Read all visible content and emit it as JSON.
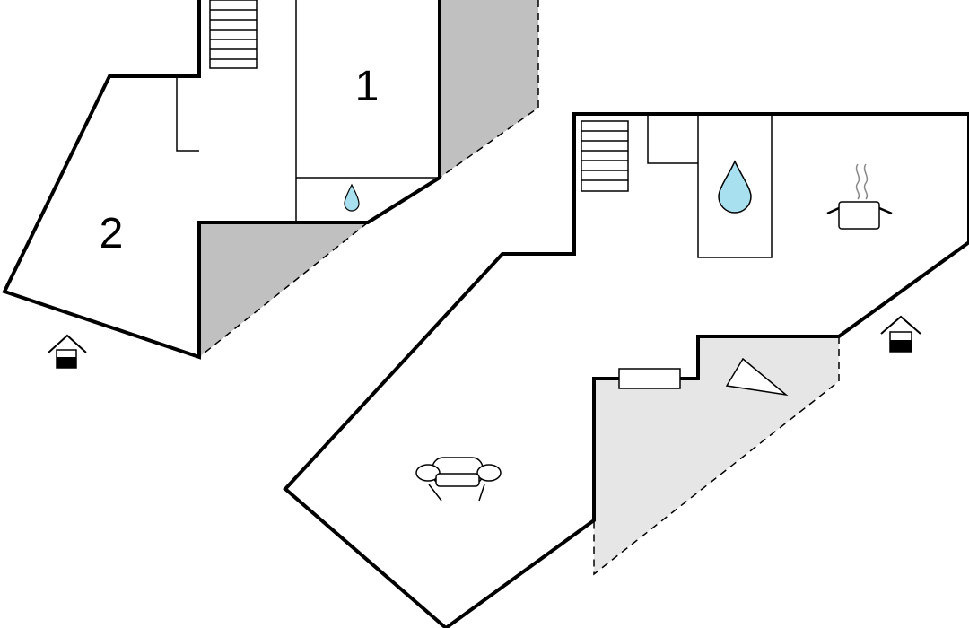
{
  "floor_plan": {
    "rooms": [
      {
        "id": "bedroom-1",
        "label": "1"
      },
      {
        "id": "bedroom-2",
        "label": "2"
      }
    ],
    "icons": {
      "water": "water-drop-icon",
      "stairs": "stairs-icon",
      "cooking": "cooking-pot-icon",
      "sofa": "sofa-icon",
      "entrance": "entrance-house-icon",
      "table": "table-icon",
      "triangle": "triangle-furniture-icon"
    },
    "colors": {
      "terrace_dark": "#c0c0c0",
      "terrace_light": "#e6e6e6",
      "water": "#a8e0f0",
      "wall": "#000000"
    }
  }
}
